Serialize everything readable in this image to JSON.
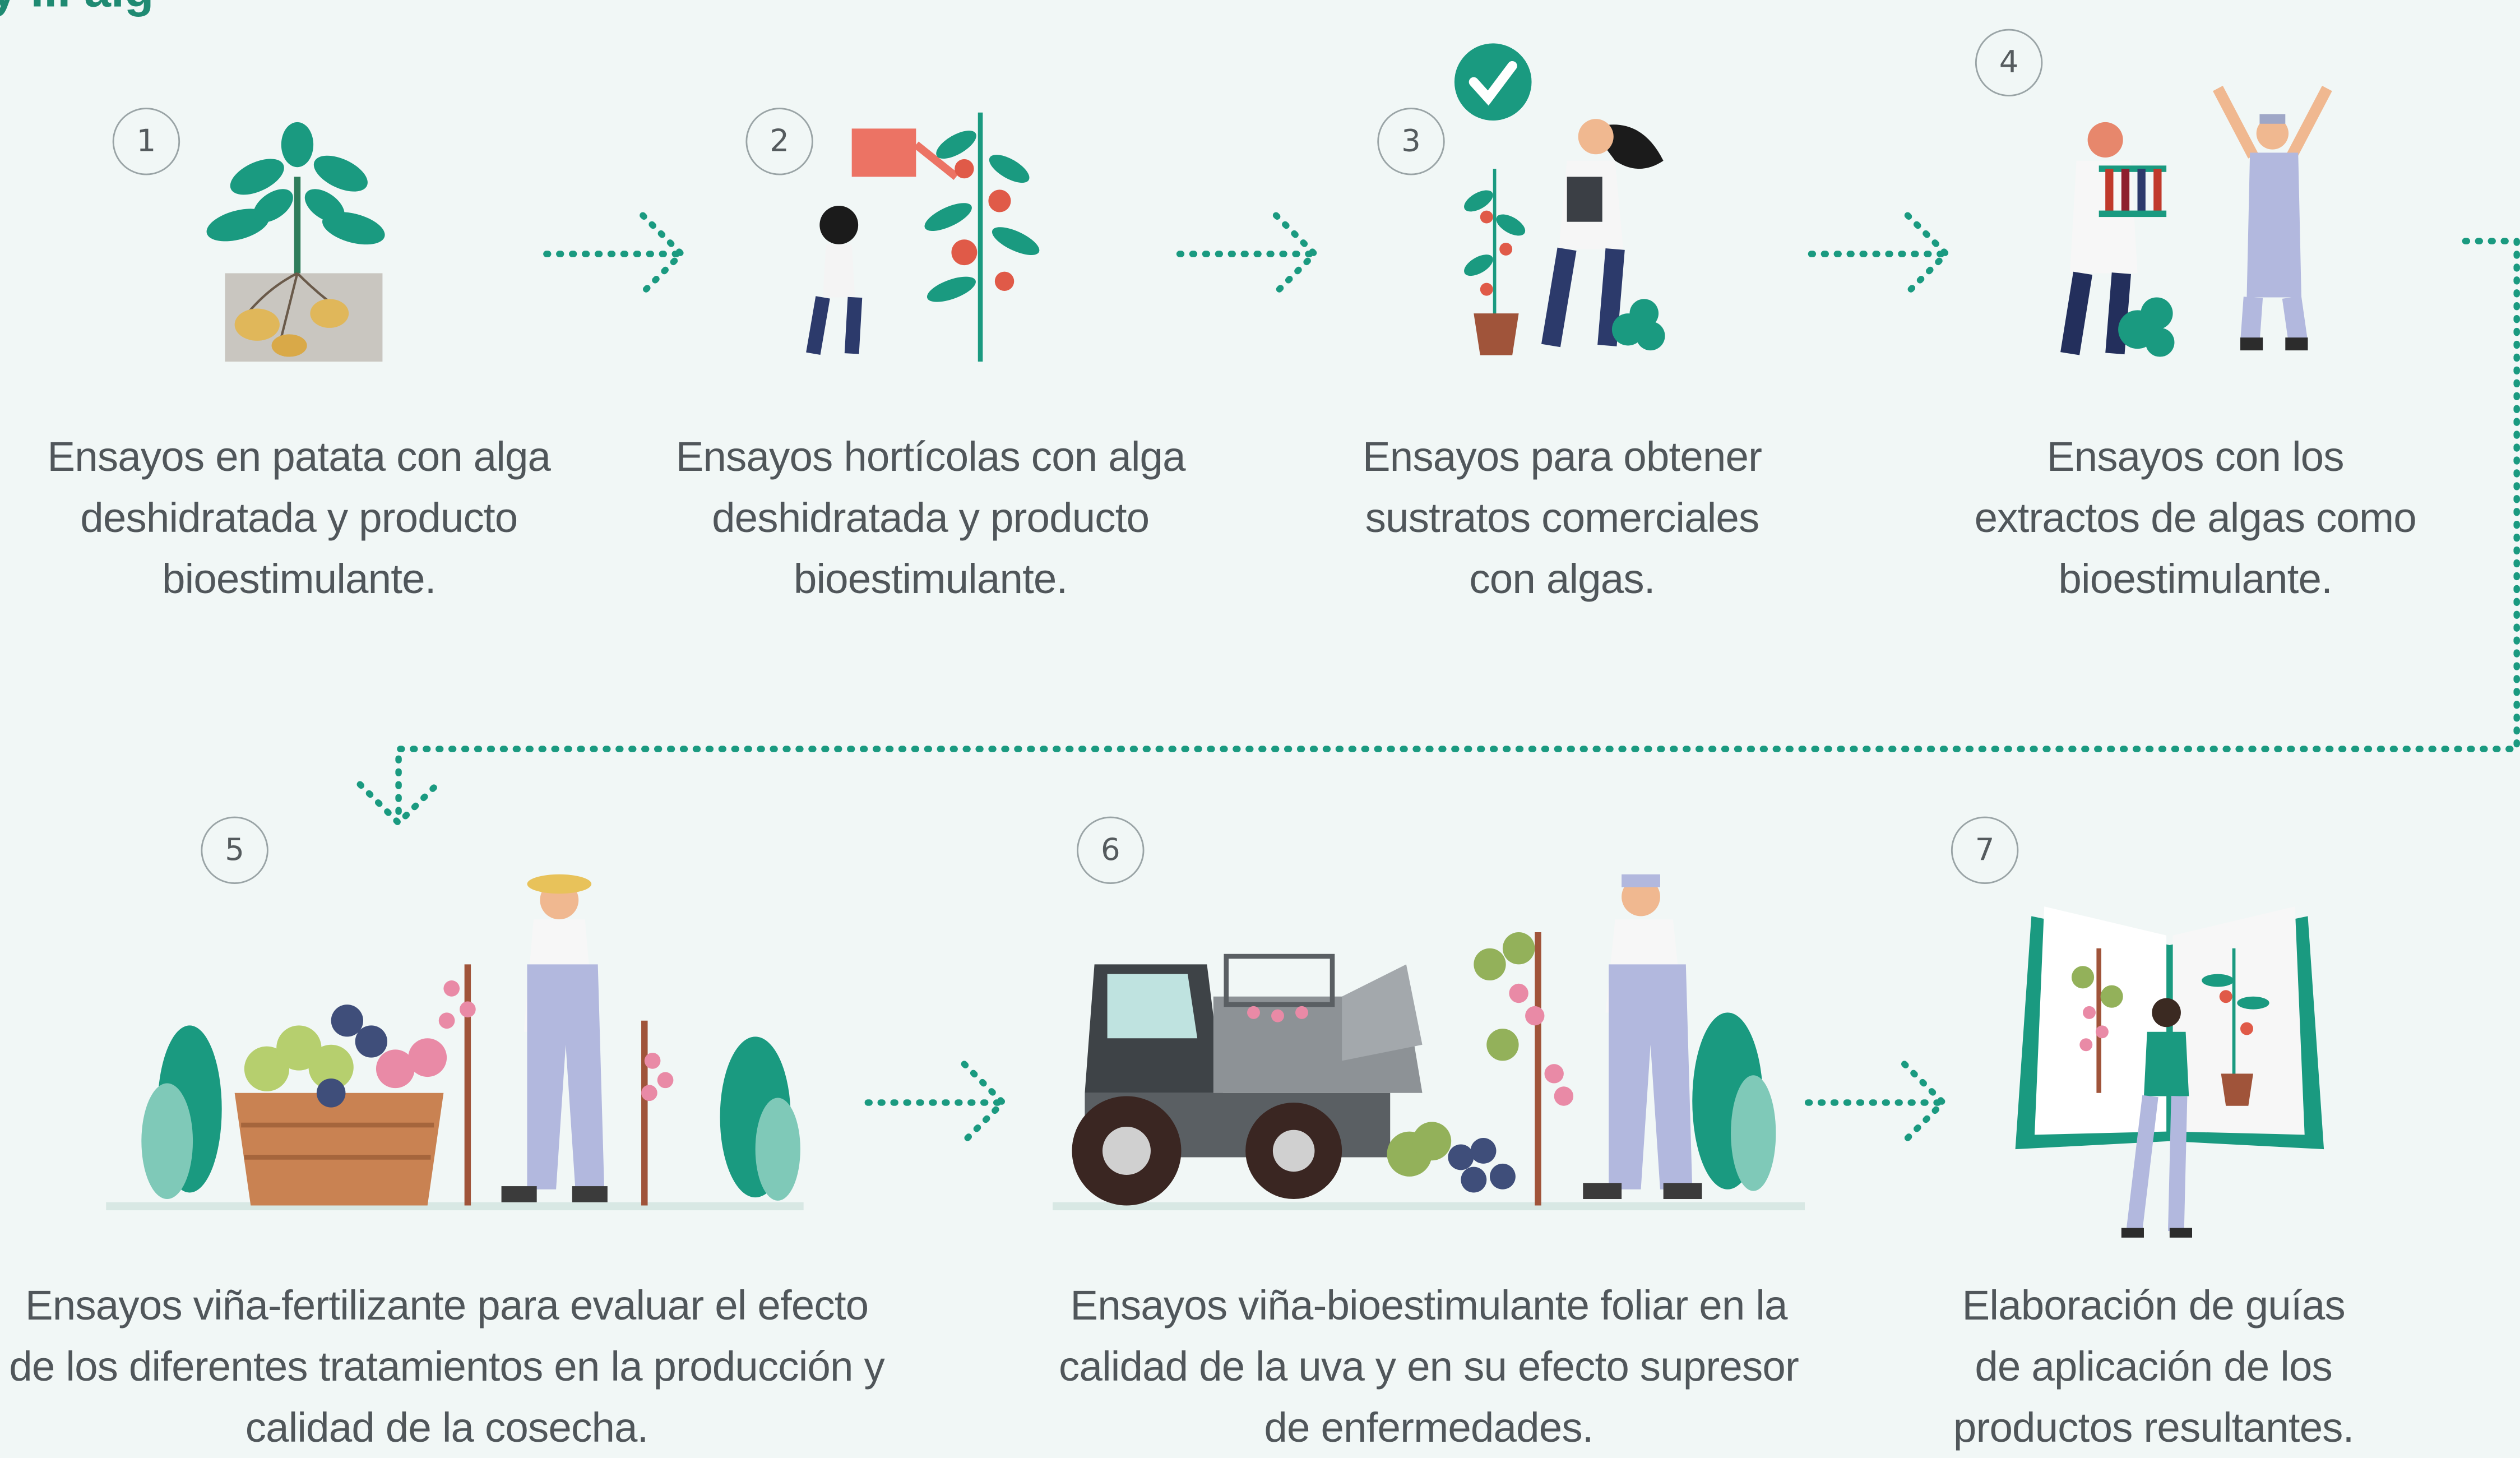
{
  "header": {
    "title_partial": "y ... alg"
  },
  "colors": {
    "background": "#f1f7f6",
    "teal": "#1a9a80",
    "text": "#50565a",
    "badge_border": "#9aa4a6"
  },
  "steps": [
    {
      "number": "1",
      "icon": "potato-plant-icon",
      "text": "Ensayos en patata con alga deshidratada y producto bioestimulante.",
      "lines": [
        "Ensayos en patata con alga",
        "deshidratada y producto",
        "bioestimulante."
      ]
    },
    {
      "number": "2",
      "icon": "watering-tomato-plant-icon",
      "text": "Ensayos hortícolas con alga deshidratada y producto bioestimulante.",
      "lines": [
        "Ensayos hortícolas con alga",
        "deshidratada y producto",
        "bioestimulante."
      ]
    },
    {
      "number": "3",
      "icon": "researcher-checkmark-icon",
      "text": "Ensayos para obtener sustratos comerciales con algas.",
      "lines": [
        "Ensayos para obtener",
        "sustratos comerciales",
        "con algas."
      ]
    },
    {
      "number": "4",
      "icon": "lab-test-tubes-icon",
      "text": "Ensayos con los extractos de algas como bioestimulante.",
      "lines": [
        "Ensayos con los",
        "extractos de algas como",
        "bioestimulante."
      ]
    },
    {
      "number": "5",
      "icon": "grape-harvest-icon",
      "text": "Ensayos viña-fertilizante para evaluar el efecto de los diferentes tratamientos en la producción y calidad de la cosecha.",
      "lines": [
        "Ensayos viña-fertilizante para evaluar el efecto",
        "de los diferentes tratamientos en la producción y",
        "calidad de la cosecha."
      ]
    },
    {
      "number": "6",
      "icon": "harvester-tractor-icon",
      "text": "Ensayos viña-bioestimulante foliar en la calidad de la uva y en su efecto supresor de enfermedades.",
      "lines": [
        "Ensayos viña-bioestimulante foliar en la",
        "calidad de la uva y en su efecto supresor",
        "de enfermedades."
      ]
    },
    {
      "number": "7",
      "icon": "guide-book-icon",
      "text": "Elaboración de guías de aplicación de los productos resultantes.",
      "lines": [
        "Elaboración de guías",
        "de aplicación de los",
        "productos resultantes."
      ]
    }
  ]
}
